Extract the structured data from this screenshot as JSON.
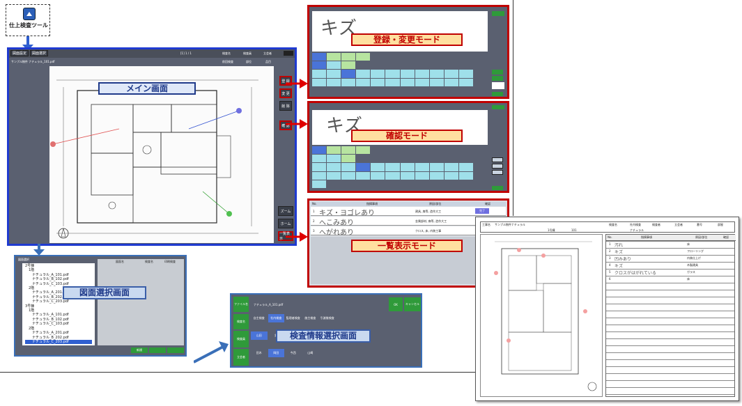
{
  "tool": {
    "icon": "tool-icon",
    "label": "仕上検査ツール"
  },
  "labels": {
    "main": "メイン画面",
    "register": "登録・変更モード",
    "confirm": "確認モード",
    "list": "一覧表示モード",
    "drawing_select": "図面選択画面",
    "inspection_select": "検査情報選択画面"
  },
  "main_screen": {
    "tabs": [
      "図面設定",
      "図面選択"
    ],
    "page_indicator": "[1] 1 / 1",
    "header_items": [
      "検査名",
      "検査員",
      "立会者"
    ],
    "file_path": "サンプル物件 ナチュラル_101.pdf",
    "sub_header": [
      "前回検査",
      "部位",
      "品目"
    ],
    "side_buttons": [
      "登 録",
      "変 更",
      "削 除",
      "確 認",
      "ズーム",
      "ホーム",
      "一覧表示"
    ]
  },
  "register_mode": {
    "handwriting": "キズ"
  },
  "confirm_mode": {
    "handwriting": "キズ"
  },
  "list_mode": {
    "columns": [
      "No.",
      "指摘事項",
      "原因/部位",
      "確認"
    ],
    "rows": [
      {
        "no": "1",
        "text": "キズ・ヨゴレあり",
        "meta": "建具, 扉等, 造作大工",
        "status": "完了"
      },
      {
        "no": "2",
        "text": "へこみあり",
        "meta": "金属部材, 扉等, 造作大工",
        "status": ""
      },
      {
        "no": "3",
        "text": "へがれあり",
        "meta": "クロス, 床, 内装工事",
        "status": ""
      }
    ]
  },
  "drawing_select": {
    "title": "図面選択",
    "columns": [
      "図面名",
      "検査名",
      "印刷検査"
    ],
    "tree": [
      "2号棟",
      "1階",
      "ナチュラル_A_101.pdf",
      "ナチュラル_B_102.pdf",
      "ナチュラル_C_103.pdf",
      "2階",
      "ナチュラル_A_201.pdf",
      "ナチュラル_B_202.pdf",
      "ナチュラル_C_203.pdf",
      "3号棟",
      "1階",
      "ナチュラル_A_101.pdf",
      "ナチュラル_B_102.pdf",
      "ナチュラル_C_103.pdf",
      "2階",
      "ナチュラル_A_201.pdf",
      "ナチュラル_B_202.pdf",
      "ナチュラル_C_203.pdf"
    ],
    "buttons": [
      "新規",
      "",
      ""
    ]
  },
  "inspection_select": {
    "file_label": "ファイル名",
    "file_value": "ナチュラル_A_101.pdf",
    "ok": "OK",
    "cancel": "キャンセル",
    "row_labels": [
      "検査名",
      "検査員",
      "立会者"
    ],
    "row1": [
      "自主検査",
      "社内検査",
      "監理者検査",
      "施主検査",
      "引渡後検査"
    ],
    "row2": [
      "山田",
      "鈴"
    ],
    "row3": [
      "田木",
      "岡田",
      "今西",
      "山崎"
    ]
  },
  "report": {
    "header_labels": [
      "工事名",
      "検査名",
      "社内検査",
      "検査者",
      "立会者",
      "番号",
      "部屋"
    ],
    "header_values": [
      "サンプル物件ナチュラル",
      "1号棟",
      "101",
      "ナチュラル"
    ],
    "columns": [
      "No.",
      "指摘事項",
      "原因/部位",
      "確認"
    ],
    "rows": [
      {
        "no": "1",
        "text": "汚れ",
        "cause": "床"
      },
      {
        "no": "2",
        "text": "キズ",
        "cause": "フローリング"
      },
      {
        "no": "3",
        "text": "凹みあり",
        "cause": "内装仕上げ"
      },
      {
        "no": "4",
        "text": "キズ",
        "cause": "木製建具"
      },
      {
        "no": "5",
        "text": "クロスがはがれている",
        "cause": "ガラス"
      },
      {
        "no": "6",
        "text": "",
        "cause": "床"
      }
    ]
  },
  "colors": {
    "red": "#c00000",
    "blue": "#1f3a8a",
    "green": "#2f9a3a",
    "dark": "#4a4f5a"
  }
}
